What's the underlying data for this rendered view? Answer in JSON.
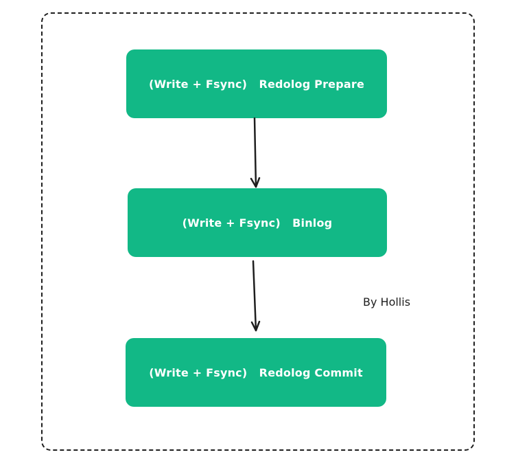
{
  "diagram": {
    "colors": {
      "box_fill": "#12b886",
      "box_text": "#ffffff",
      "stroke": "#1e1e1e",
      "background": "#ffffff"
    },
    "steps": [
      {
        "label": "(Write + Fsync)   Redolog Prepare"
      },
      {
        "label": "(Write + Fsync)   Binlog"
      },
      {
        "label": "(Write + Fsync)   Redolog Commit"
      }
    ],
    "connectors": [
      {
        "from": 0,
        "to": 1,
        "style": "arrow"
      },
      {
        "from": 1,
        "to": 2,
        "style": "arrow"
      }
    ],
    "annotation": "By Hollis",
    "container": {
      "border": "dashed"
    }
  }
}
